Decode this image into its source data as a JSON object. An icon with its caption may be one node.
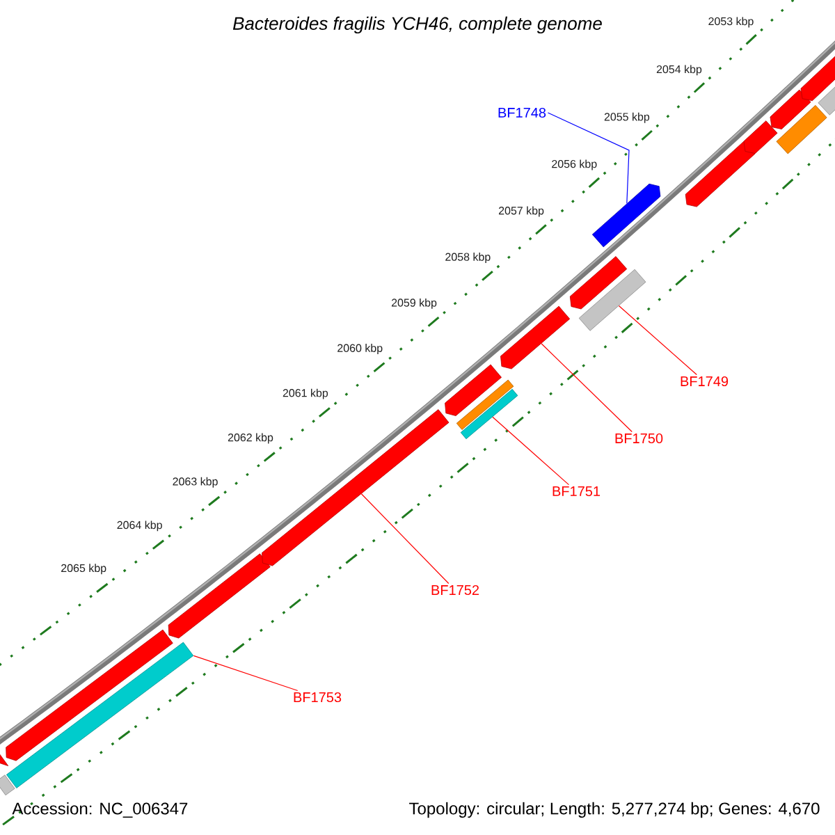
{
  "diagram": {
    "title": "Bacteroides fragilis YCH46, complete genome",
    "nodes": [
      {
        "text": [
          "BF1748"
        ]
      },
      {
        "text": [
          "BF1749"
        ]
      },
      {
        "text": [
          "BF1750"
        ]
      },
      {
        "text": [
          "BF1751"
        ]
      },
      {
        "text": [
          "BF1752"
        ]
      },
      {
        "text": [
          "BF1753"
        ]
      },
      {
        "text": [],
        "shape": "arrow"
      },
      {
        "text": [],
        "shape": "bar"
      },
      {
        "text": [],
        "shape": "arrow"
      },
      {
        "text": [],
        "shape": "bar"
      },
      {
        "text": [],
        "shape": "arrow"
      },
      {
        "text": [],
        "shape": "arrow"
      },
      {
        "text": [],
        "shape": "arrow"
      },
      {
        "text": [],
        "shape": "bar"
      },
      {
        "text": [],
        "shape": "bar"
      },
      {
        "text": [],
        "shape": "arrow"
      },
      {
        "text": [],
        "shape": "arrow"
      },
      {
        "text": [],
        "shape": "bar"
      },
      {
        "text": [],
        "shape": "arrow"
      },
      {
        "text": [],
        "shape": "arrow"
      },
      {
        "text": [],
        "shape": "arrow"
      },
      {
        "text": [],
        "shape": "arrow"
      },
      {
        "text": [],
        "shape": "bar"
      },
      {
        "text": [],
        "shape": "arrow"
      },
      {
        "text": [],
        "shape": "bar"
      }
    ],
    "edges": [
      {
        "from": 0,
        "to": 18,
        "arrow": "none",
        "color": "#0000ff"
      },
      {
        "from": 1,
        "to": 17,
        "arrow": "none"
      },
      {
        "from": 2,
        "to": 15,
        "arrow": "none"
      },
      {
        "from": 3,
        "to": 14,
        "arrow": "none"
      },
      {
        "from": 4,
        "to": 11,
        "arrow": "none"
      },
      {
        "from": 5,
        "to": 9,
        "arrow": "none"
      }
    ],
    "labels": [
      "2053 kbp",
      "2054 kbp",
      "2055 kbp",
      "2056 kbp",
      "2057 kbp",
      "2058 kbp",
      "2059 kbp",
      "2060 kbp",
      "2061 kbp",
      "2062 kbp",
      "2063 kbp",
      "2064 kbp",
      "2065 kbp",
      "Accession: NC_006347",
      "Topology: circular; Length: 5,277,274 bp; Genes: 4,670"
    ]
  }
}
